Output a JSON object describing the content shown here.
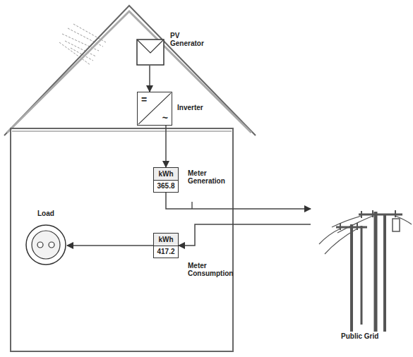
{
  "diagram": {
    "nodes": [
      {
        "text": [
          "PV Generator"
        ]
      },
      {
        "text": [
          "=",
          "~",
          "Inverter"
        ]
      },
      {
        "text": [
          "kWh",
          "365.8",
          "Meter Generation"
        ]
      },
      {
        "text": [
          "kWh",
          "417.2",
          "Meter Consumption"
        ]
      },
      {
        "text": [
          "Load"
        ]
      },
      {
        "text": [
          "Public Grid"
        ]
      }
    ],
    "edges": [
      {
        "from": 0,
        "to": 1,
        "arrow": "to"
      },
      {
        "from": 1,
        "to": 2,
        "arrow": "to"
      },
      {
        "from": 2,
        "to": 5,
        "arrow": "to"
      },
      {
        "from": 5,
        "to": 3,
        "arrow": "to"
      },
      {
        "from": 3,
        "to": 4,
        "arrow": "to"
      }
    ]
  }
}
